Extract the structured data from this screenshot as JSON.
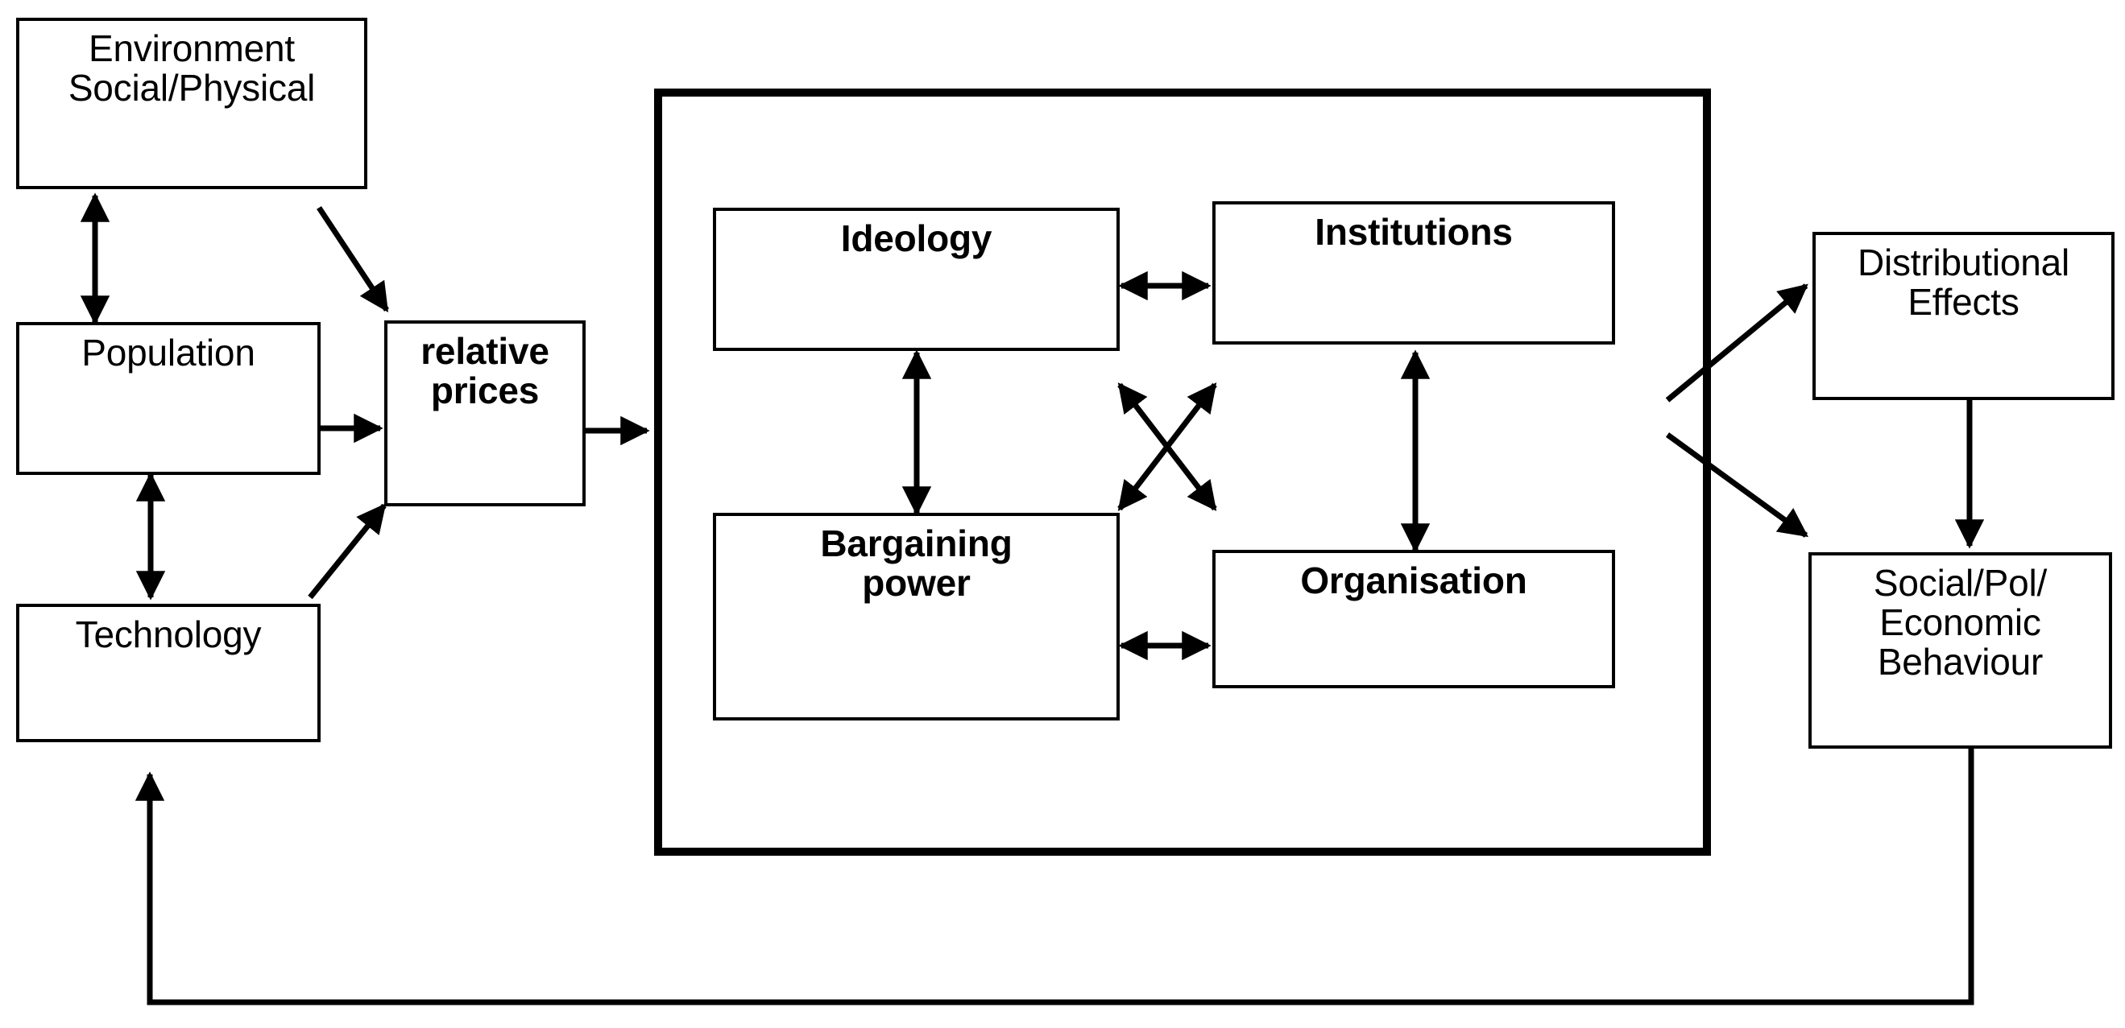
{
  "diagram": {
    "title": "Institutional change framework diagram",
    "background_color": "#ffffff",
    "stroke_color": "#000000",
    "nodes": {
      "environment": {
        "label": "Environment\nSocial/Physical",
        "bold": false
      },
      "population": {
        "label": "Population",
        "bold": false
      },
      "technology": {
        "label": "Technology",
        "bold": false
      },
      "relative_prices": {
        "label": "relative\nprices",
        "bold": true
      },
      "ideology": {
        "label": "Ideology",
        "bold": true
      },
      "institutions": {
        "label": "Institutions",
        "bold": true
      },
      "bargaining_power": {
        "label": "Bargaining\npower",
        "bold": true
      },
      "organisation": {
        "label": "Organisation",
        "bold": true
      },
      "distributional_effects": {
        "label": "Distributional\nEffects",
        "bold": false
      },
      "behaviour": {
        "label": "Social/Pol/\nEconomic\nBehaviour",
        "bold": false
      }
    },
    "edges": [
      {
        "name": "environment-population",
        "from": "environment",
        "to": "population",
        "style": "double-arrow-vertical"
      },
      {
        "name": "population-technology",
        "from": "population",
        "to": "technology",
        "style": "double-arrow-vertical"
      },
      {
        "name": "environment-relative-prices",
        "from": "environment",
        "to": "relative_prices",
        "style": "arrow-diagonal-down"
      },
      {
        "name": "population-relative-prices",
        "from": "population",
        "to": "relative_prices",
        "style": "arrow-right"
      },
      {
        "name": "technology-relative-prices",
        "from": "technology",
        "to": "relative_prices",
        "style": "arrow-diagonal-up"
      },
      {
        "name": "relative-prices-core",
        "from": "relative_prices",
        "to": "core_frame",
        "style": "arrow-right"
      },
      {
        "name": "ideology-institutions",
        "from": "ideology",
        "to": "institutions",
        "style": "double-arrow-horizontal"
      },
      {
        "name": "ideology-bargaining-power",
        "from": "ideology",
        "to": "bargaining_power",
        "style": "double-arrow-vertical"
      },
      {
        "name": "institutions-organisation",
        "from": "institutions",
        "to": "organisation",
        "style": "double-arrow-vertical"
      },
      {
        "name": "bargaining-power-organisation",
        "from": "bargaining_power",
        "to": "organisation",
        "style": "double-arrow-horizontal"
      },
      {
        "name": "ideology-organisation",
        "from": "ideology",
        "to": "organisation",
        "style": "double-arrow-diagonal"
      },
      {
        "name": "institutions-bargaining-power",
        "from": "institutions",
        "to": "bargaining_power",
        "style": "double-arrow-diagonal"
      },
      {
        "name": "core-distributional-effects",
        "from": "core_frame",
        "to": "distributional_effects",
        "style": "arrow-diagonal-up"
      },
      {
        "name": "core-behaviour",
        "from": "core_frame",
        "to": "behaviour",
        "style": "arrow-diagonal-down"
      },
      {
        "name": "distributional-effects-behaviour",
        "from": "distributional_effects",
        "to": "behaviour",
        "style": "arrow-down"
      },
      {
        "name": "behaviour-technology-feedback",
        "from": "behaviour",
        "to": "technology",
        "style": "feedback-loop"
      }
    ]
  }
}
